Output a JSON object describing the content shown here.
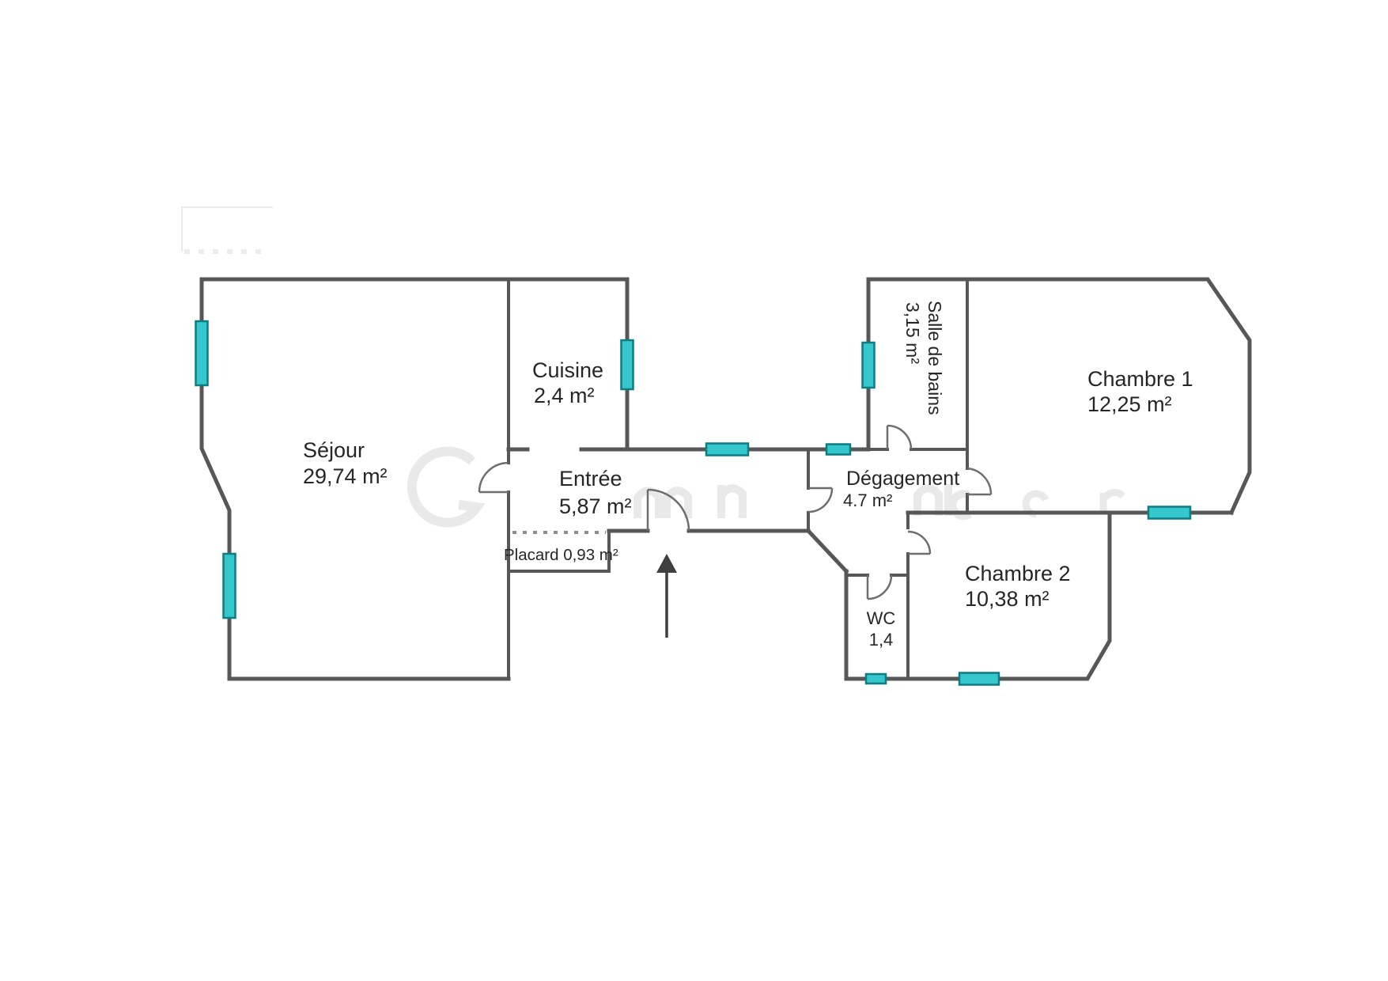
{
  "rooms": {
    "sejour": {
      "name": "Séjour",
      "area": "29,74 m²"
    },
    "cuisine": {
      "name": "Cuisine",
      "area": "2,4 m²"
    },
    "entree": {
      "name": "Entrée",
      "area": "5,87 m²"
    },
    "placard": {
      "label": "Placard 0,93 m²"
    },
    "salle_de_bains": {
      "name": "Salle de bains",
      "area": "3,15 m²"
    },
    "degagement": {
      "name": "Dégagement",
      "area": "4.7 m²"
    },
    "chambre1": {
      "name": "Chambre 1",
      "area": "12,25 m²"
    },
    "chambre2": {
      "name": "Chambre 2",
      "area": "10,38 m²"
    },
    "wc": {
      "name": "WC",
      "area": "1,4"
    }
  },
  "colors": {
    "wall": "#575757",
    "wall_light": "#8d8d8d",
    "door": "#6e6e6e",
    "window_fill": "#35c7cc",
    "window_stroke": "#0e7c80",
    "text": "#262626",
    "arrow": "#3f3f3f"
  }
}
